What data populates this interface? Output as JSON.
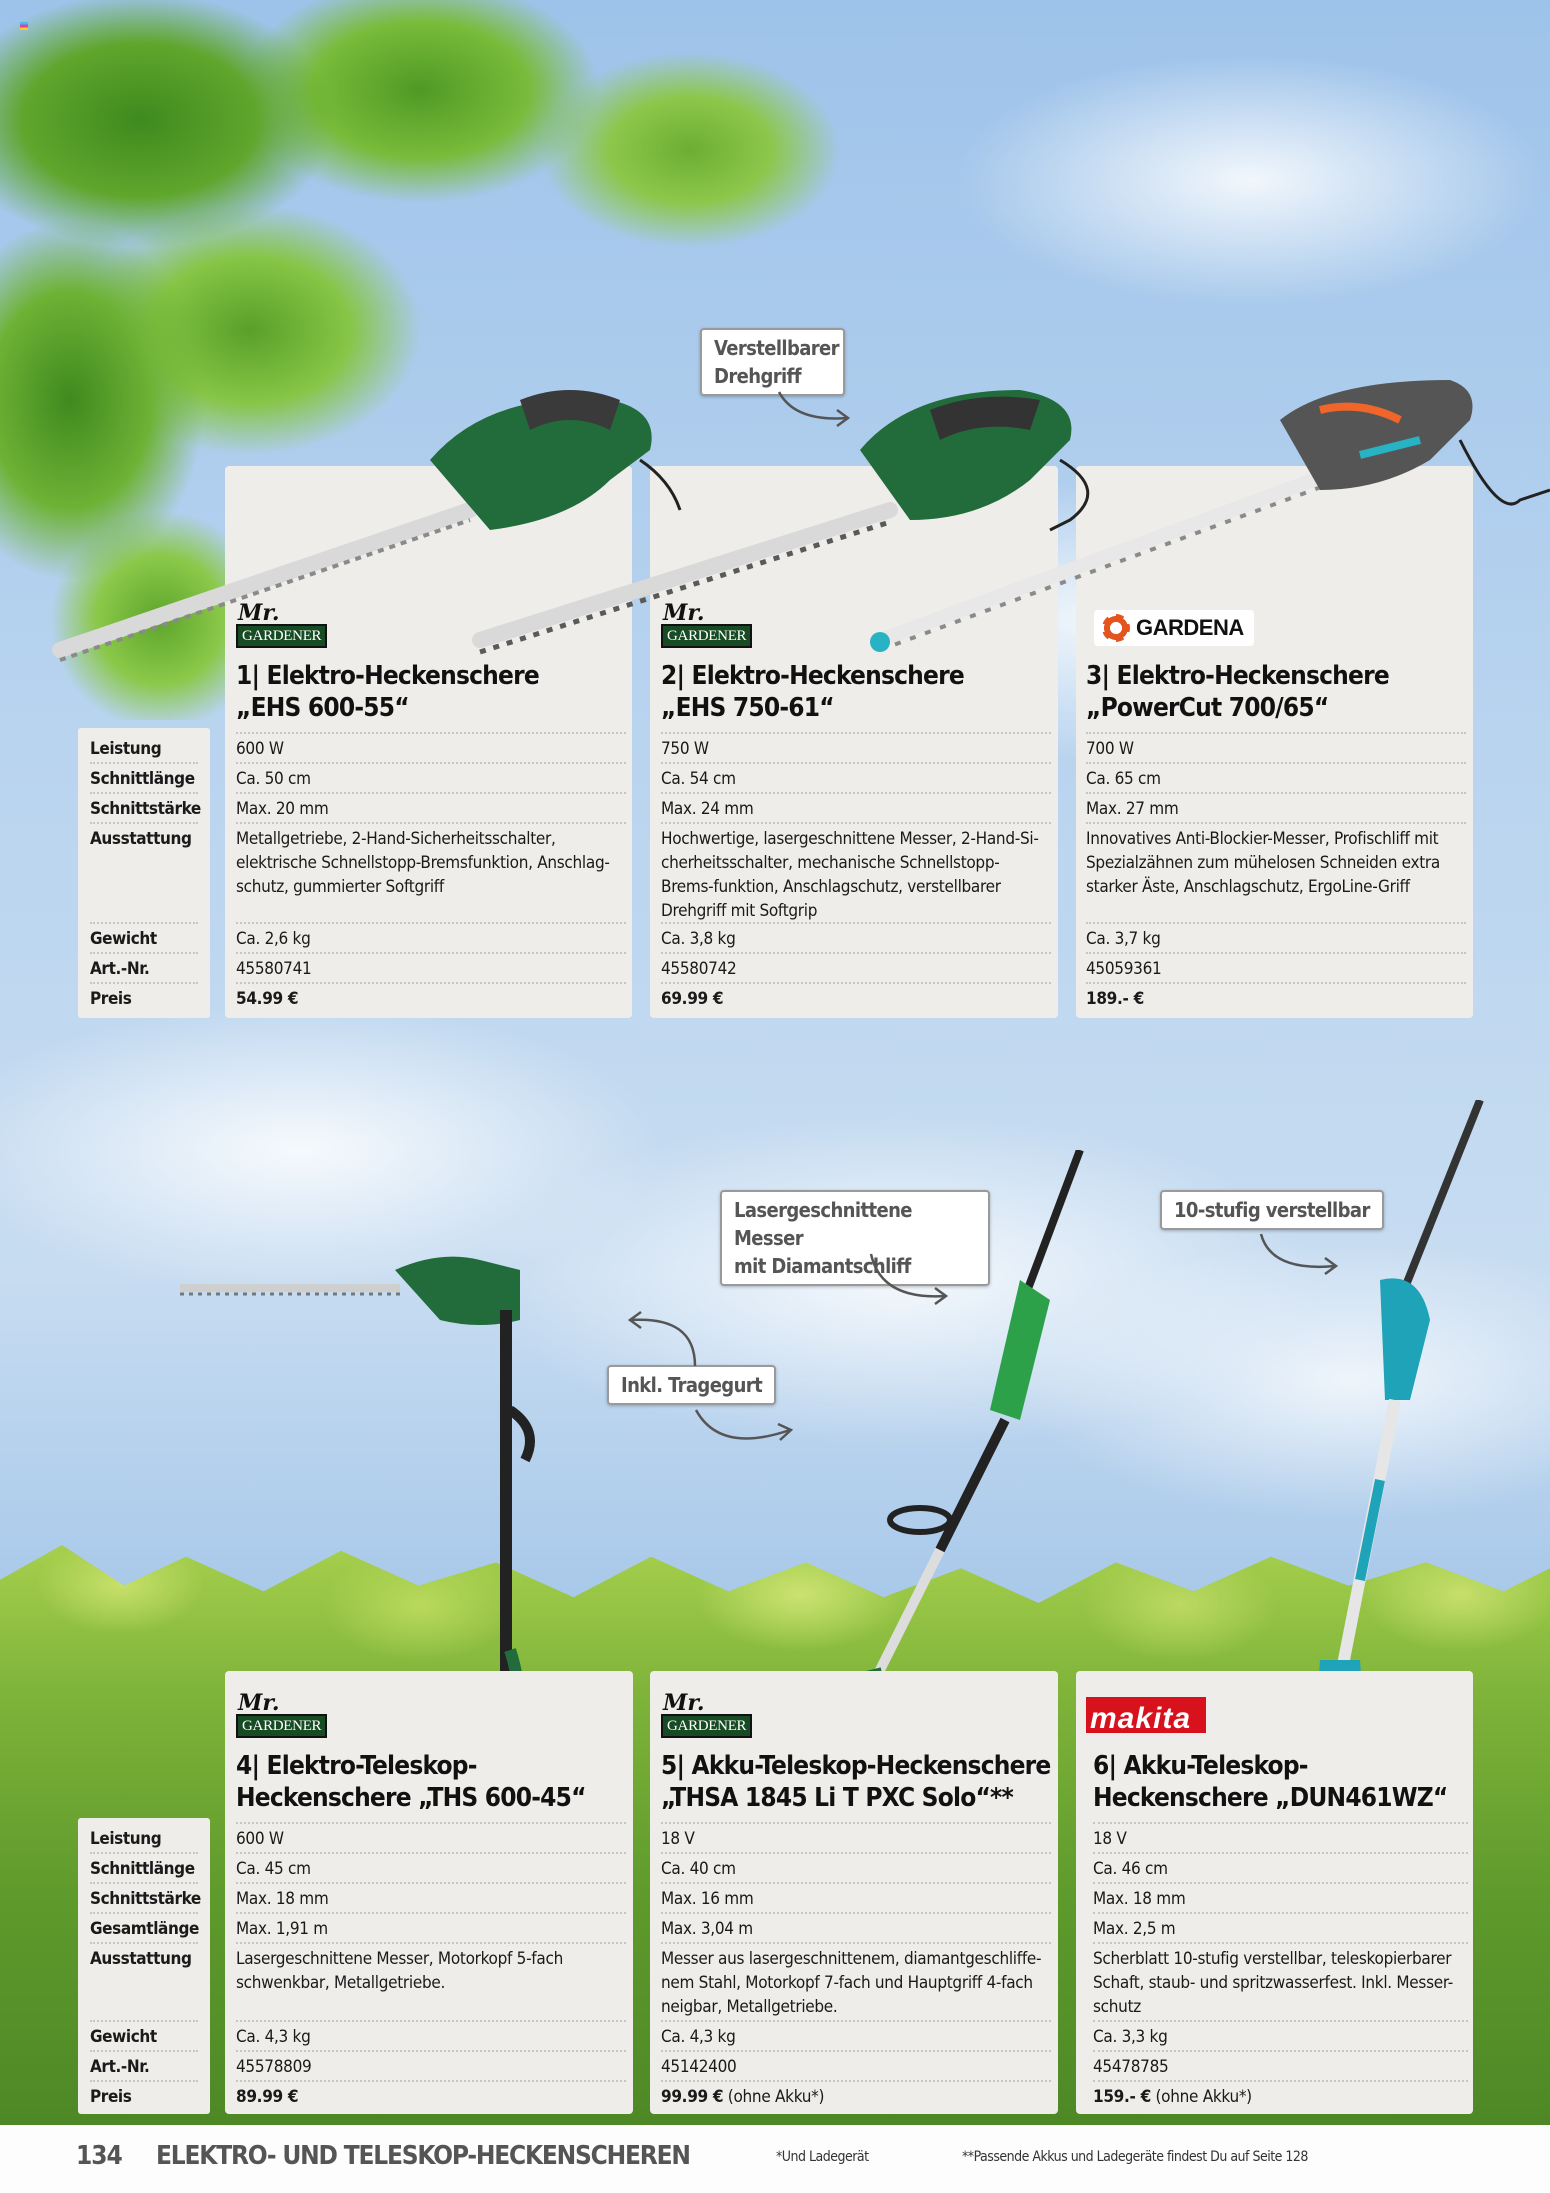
{
  "page": {
    "number": "134",
    "section_title": "ELEKTRO- UND TELESKOP-HECKENSCHEREN",
    "footnote_1": "*Und Ladegerät",
    "footnote_2": "**Passende Akkus und Ladegeräte findest Du auf Seite 128"
  },
  "colors": {
    "card_bg": "#efedea",
    "mr_gardener_green": "#174b24",
    "gardena_orange": "#e3541f",
    "makita_red": "#d8121d",
    "footer_text": "#555555"
  },
  "callouts": {
    "drehgriff": [
      "Verstellbarer",
      "Drehgriff"
    ],
    "diamantschliff": [
      "Lasergeschnittene Messer",
      "mit Diamantschliff"
    ],
    "tragegurt": "Inkl. Tragegurt",
    "verstellbar": "10-stufig verstellbar"
  },
  "spec_labels_top": {
    "leistung": "Leistung",
    "schnittlaenge": "Schnittlänge",
    "schnittstaerke": "Schnittstärke",
    "ausstattung": "Ausstattung",
    "gewicht": "Gewicht",
    "artnr": "Art.-Nr.",
    "preis": "Preis"
  },
  "spec_labels_bottom": {
    "leistung": "Leistung",
    "schnittlaenge": "Schnittlänge",
    "schnittstaerke": "Schnittstärke",
    "gesamtlaenge": "Gesamtlänge",
    "ausstattung": "Ausstattung",
    "gewicht": "Gewicht",
    "artnr": "Art.-Nr.",
    "preis": "Preis"
  },
  "products": [
    {
      "brand": {
        "mr": "Mr.",
        "name": "GARDENER"
      },
      "title_line1": "1| Elektro-Heckenschere",
      "title_line2": "„EHS 600-55“",
      "leistung": "600 W",
      "schnittlaenge": "Ca. 50 cm",
      "schnittstaerke": "Max. 20 mm",
      "ausstattung": "Metallgetriebe, 2-Hand-Sicherheitsschalter, elektrische Schnellstopp-Bremsfunktion, Anschlag-schutz, gummierter Softgriff",
      "gewicht": "Ca. 2,6 kg",
      "artnr": "45580741",
      "preis": "54.99 €",
      "preis_note": ""
    },
    {
      "brand": {
        "mr": "Mr.",
        "name": "GARDENER"
      },
      "title_line1": "2| Elektro-Heckenschere",
      "title_line2": "„EHS 750-61“",
      "leistung": "750 W",
      "schnittlaenge": "Ca. 54 cm",
      "schnittstaerke": "Max. 24 mm",
      "ausstattung": "Hochwertige, lasergeschnittene Messer, 2-Hand-Si-cherheitsschalter, mechanische Schnellstopp-Brems-funktion, Anschlagschutz, verstellbarer Drehgriff mit Softgrip",
      "gewicht": "Ca. 3,8 kg",
      "artnr": "45580742",
      "preis": "69.99 €",
      "preis_note": ""
    },
    {
      "brand": {
        "name": "GARDENA"
      },
      "title_line1": "3| Elektro-Heckenschere",
      "title_line2": "„PowerCut 700/65“",
      "leistung": "700 W",
      "schnittlaenge": "Ca. 65 cm",
      "schnittstaerke": "Max. 27 mm",
      "ausstattung": "Innovatives Anti-Blockier-Messer, Profischliff mit Spezialzähnen zum mühelosen Schneiden extra starker Äste, Anschlagschutz, ErgoLine-Griff",
      "gewicht": "Ca. 3,7 kg",
      "artnr": "45059361",
      "preis": "189.- €",
      "preis_note": ""
    },
    {
      "brand": {
        "mr": "Mr.",
        "name": "GARDENER"
      },
      "title_line1": "4| Elektro-Teleskop-",
      "title_line2": "Heckenschere „THS 600-45“",
      "leistung": "600 W",
      "schnittlaenge": "Ca. 45 cm",
      "schnittstaerke": "Max. 18 mm",
      "gesamtlaenge": "Max. 1,91 m",
      "ausstattung": "Lasergeschnittene Messer, Motorkopf 5-fach schwenkbar, Metallgetriebe.",
      "gewicht": "Ca. 4,3 kg",
      "artnr": "45578809",
      "preis": "89.99 €",
      "preis_note": ""
    },
    {
      "brand": {
        "mr": "Mr.",
        "name": "GARDENER"
      },
      "title_line1": "5| Akku-Teleskop-Heckenschere",
      "title_line2": "„THSA 1845 Li T PXC Solo“**",
      "leistung": "18 V",
      "schnittlaenge": "Ca. 40 cm",
      "schnittstaerke": "Max. 16 mm",
      "gesamtlaenge": "Max. 3,04 m",
      "ausstattung": "Messer aus lasergeschnittenem, diamantgeschliffe-nem Stahl, Motorkopf 7-fach und Hauptgriff 4-fach neigbar, Metallgetriebe.",
      "gewicht": "Ca. 4,3 kg",
      "artnr": "45142400",
      "preis": "99.99 €",
      "preis_note": " (ohne Akku*)"
    },
    {
      "brand": {
        "name": "makita"
      },
      "title_line1": "6| Akku-Teleskop-",
      "title_line2": "Heckenschere „DUN461WZ“",
      "leistung": "18 V",
      "schnittlaenge": "Ca. 46 cm",
      "schnittstaerke": "Max. 18 mm",
      "gesamtlaenge": "Max. 2,5 m",
      "ausstattung": "Scherblatt 10-stufig verstellbar, teleskopierbarer Schaft, staub- und spritzwasserfest. Inkl. Messer-schutz",
      "gewicht": "Ca. 3,3 kg",
      "artnr": "45478785",
      "preis": "159.- €",
      "preis_note": " (ohne Akku*)"
    }
  ]
}
